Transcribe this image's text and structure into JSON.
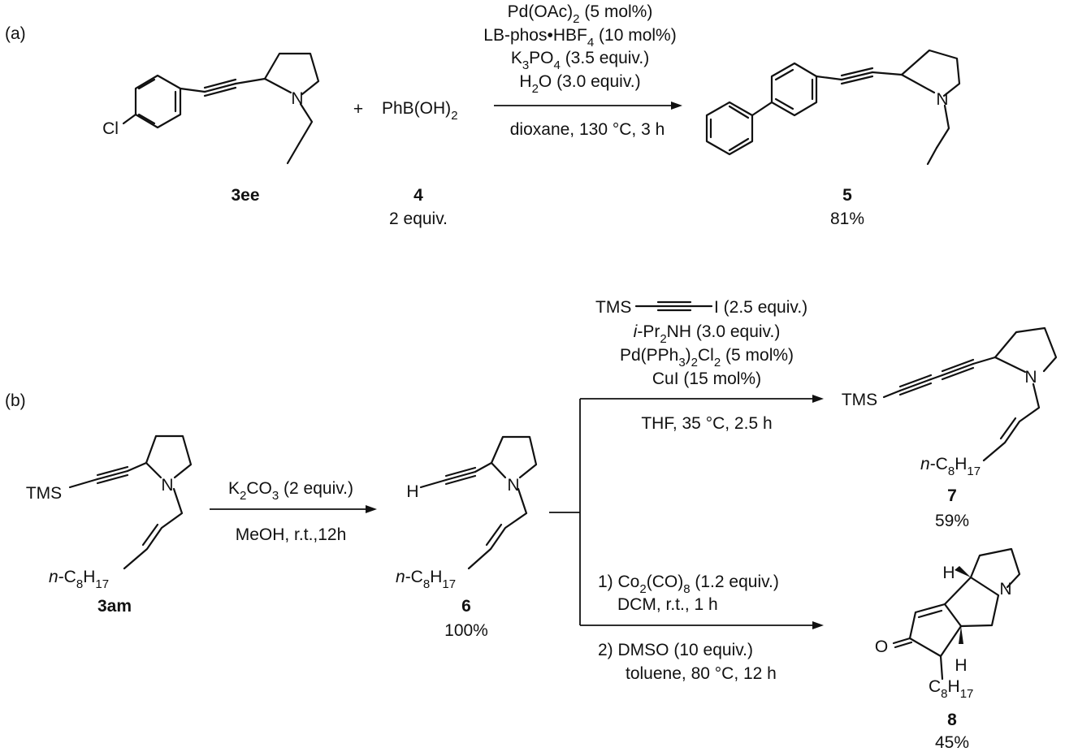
{
  "panel_a": {
    "label": "(a)",
    "reagents": [
      "Pd(OAc)",
      "LB-phos•HBF",
      "K",
      "H"
    ],
    "reagent_lines": {
      "l1_main": "Pd(OAc)",
      "l1_sub": "2",
      "l1_rest": " (5 mol%)",
      "l2_main": "LB-phos•HBF",
      "l2_sub": "4",
      "l2_rest": " (10 mol%)",
      "l3_a": "K",
      "l3_sub1": "3",
      "l3_b": "PO",
      "l3_sub2": "4",
      "l3_rest": " (3.5 equiv.)",
      "l4_a": "H",
      "l4_sub": "2",
      "l4_rest": "O (3.0 equiv.)"
    },
    "conditions": "dioxane, 130 °C, 3 h",
    "plus": "+",
    "reactant1": {
      "id": "3ee",
      "atom_cl": "Cl",
      "atom_n": "N"
    },
    "reactant2": {
      "id": "4",
      "formula_main": "PhB(OH)",
      "formula_sub": "2",
      "amount": "2 equiv."
    },
    "product": {
      "id": "5",
      "yield": "81%",
      "atom_n": "N"
    }
  },
  "panel_b": {
    "label": "(b)",
    "start": {
      "id": "3am",
      "tms": "TMS",
      "atom_n": "N",
      "chain_n": "n",
      "chain_c": "-C",
      "chain_s1": "8",
      "chain_h": "H",
      "chain_s2": "17"
    },
    "step1": {
      "top_main": "K",
      "top_sub1": "2",
      "top_b": "CO",
      "top_sub2": "3",
      "top_rest": " (2 equiv.)",
      "bottom": "MeOH, r.t.,12h"
    },
    "intermediate": {
      "id": "6",
      "yield": "100%",
      "atom_h": "H",
      "atom_n": "N",
      "chain_n": "n",
      "chain_c": "-C",
      "chain_s1": "8",
      "chain_h": "H",
      "chain_s2": "17"
    },
    "upper_conditions": {
      "tms": "TMS",
      "iodo": "I",
      "tms_amount": " (2.5 equiv.)",
      "l2_i": "i",
      "l2_a": "-Pr",
      "l2_sub": "2",
      "l2_b": "NH (3.0 equiv.)",
      "l3_a": "Pd(PPh",
      "l3_sub1": "3",
      "l3_b": ")",
      "l3_sub2": "2",
      "l3_c": "Cl",
      "l3_sub3": "2",
      "l3_rest": " (5 mol%)",
      "l4": "CuI (15 mol%)",
      "below": "THF, 35 °C, 2.5 h"
    },
    "product7": {
      "id": "7",
      "yield": "59%",
      "tms": "TMS",
      "atom_n": "N",
      "chain_n": "n",
      "chain_c": "-C",
      "chain_s1": "8",
      "chain_h": "H",
      "chain_s2": "17"
    },
    "lower_conditions": {
      "s1_a": "1) Co",
      "s1_sub1": "2",
      "s1_b": "(CO)",
      "s1_sub2": "8",
      "s1_rest": " (1.2 equiv.)",
      "s1_line2": "DCM, r.t., 1 h",
      "s2_line1": "2) DMSO (10 equiv.)",
      "s2_line2": "toluene, 80 °C, 12 h"
    },
    "product8": {
      "id": "8",
      "yield": "45%",
      "atom_o": "O",
      "atom_n": "N",
      "atom_h1": "H",
      "atom_h2": "H",
      "chain_c": "C",
      "chain_s1": "8",
      "chain_h": "H",
      "chain_s2": "17"
    }
  }
}
